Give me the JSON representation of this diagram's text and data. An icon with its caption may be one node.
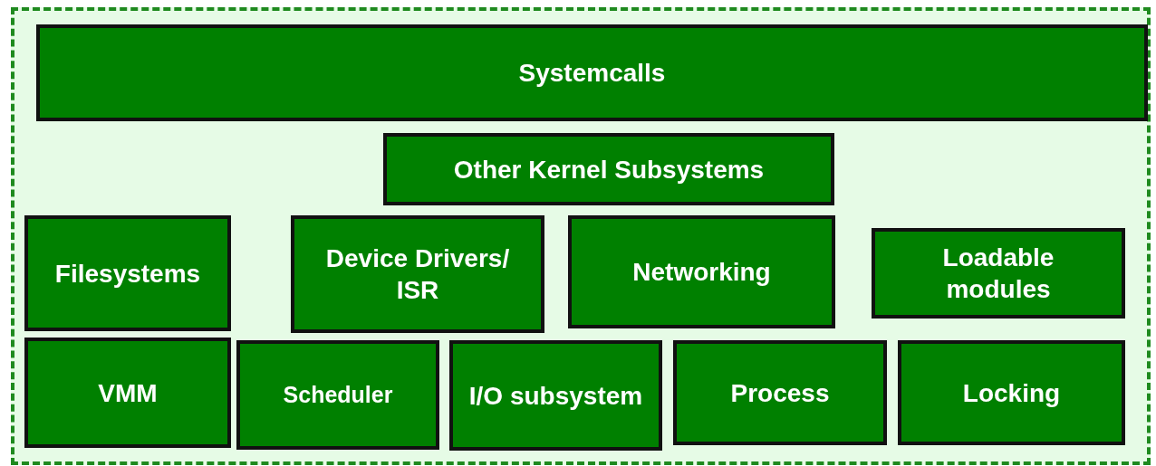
{
  "diagram": {
    "nodes": [
      {
        "text": [],
        "shape": "box"
      },
      {
        "text": [
          "Systemcalls"
        ],
        "in": 0
      },
      {
        "text": [
          "Other Kernel Subsystems"
        ],
        "in": 0
      },
      {
        "text": [
          "Filesystems"
        ],
        "in": 0
      },
      {
        "text": [
          "Device Drivers/ ISR"
        ],
        "in": 0
      },
      {
        "text": [
          "Networking"
        ],
        "in": 0
      },
      {
        "text": [
          "Loadable modules"
        ],
        "in": 0
      },
      {
        "text": [
          "VMM"
        ],
        "in": 0
      },
      {
        "text": [
          "Scheduler"
        ],
        "in": 0
      },
      {
        "text": [
          "I/O subsystem"
        ],
        "in": 0
      },
      {
        "text": [
          "Process"
        ],
        "in": 0
      },
      {
        "text": [
          "Locking"
        ],
        "in": 0
      }
    ]
  }
}
